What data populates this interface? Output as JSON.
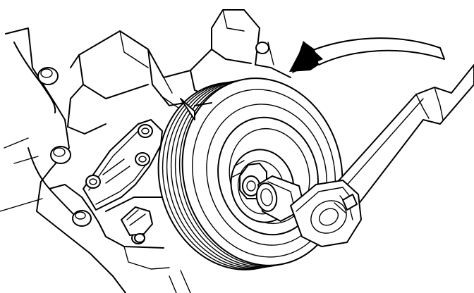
{
  "figure": {
    "colors": {
      "line": "#000000",
      "background": "#ffffff"
    },
    "parts": [
      "engine-block",
      "crankshaft-pulley",
      "pulley-bolt",
      "ratchet-wrench",
      "rotation-arrow",
      "timing-mark-pointer",
      "bracket",
      "sensor-connector"
    ],
    "rotation_direction": "counterclockwise"
  }
}
